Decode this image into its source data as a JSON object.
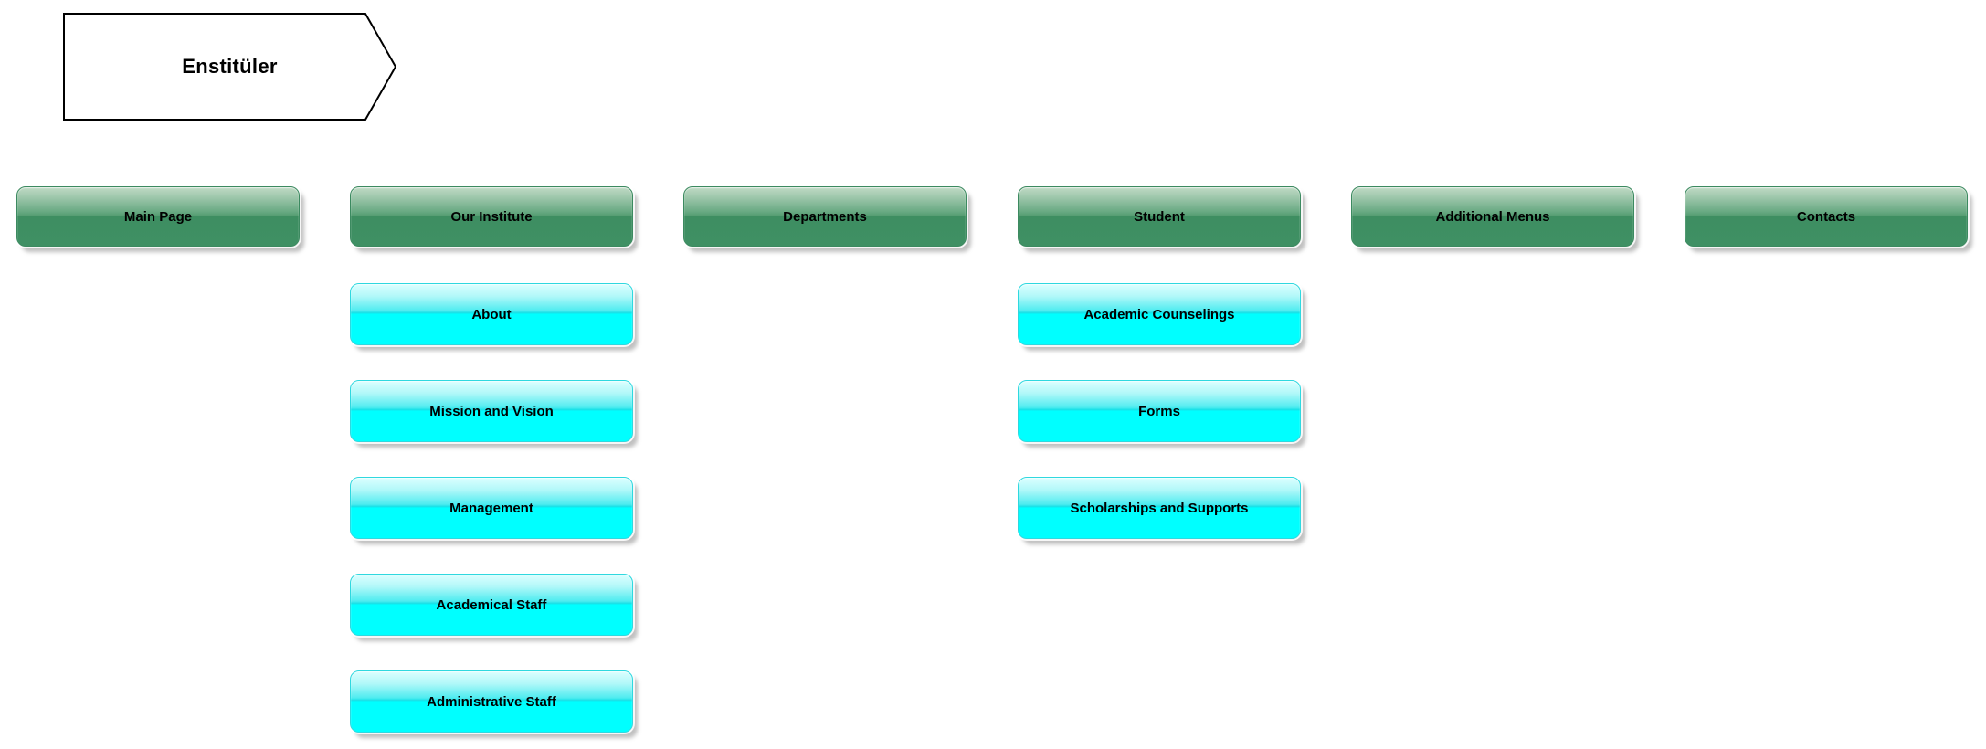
{
  "title_flag": {
    "label": "Enstitüler"
  },
  "menu": {
    "columns": [
      {
        "label": "Main Page",
        "children": []
      },
      {
        "label": "Our Institute",
        "children": [
          "About",
          "Mission and Vision",
          "Management",
          "Academical Staff",
          "Administrative Staff"
        ]
      },
      {
        "label": "Departments",
        "children": []
      },
      {
        "label": "Student",
        "children": [
          "Academic Counselings",
          "Forms",
          "Scholarships and Supports"
        ]
      },
      {
        "label": "Additional Menus",
        "children": []
      },
      {
        "label": "Contacts",
        "children": []
      }
    ]
  },
  "colors": {
    "header_green_top": "#c0dac5",
    "header_green_bottom": "#3e8e61",
    "submenu_cyan_top": "#dcffff",
    "submenu_cyan_bottom": "#00ffff",
    "button_text": "#000000",
    "flag_fill": "#ffffff",
    "flag_border": "#000000",
    "page_background": "#ffffff"
  }
}
